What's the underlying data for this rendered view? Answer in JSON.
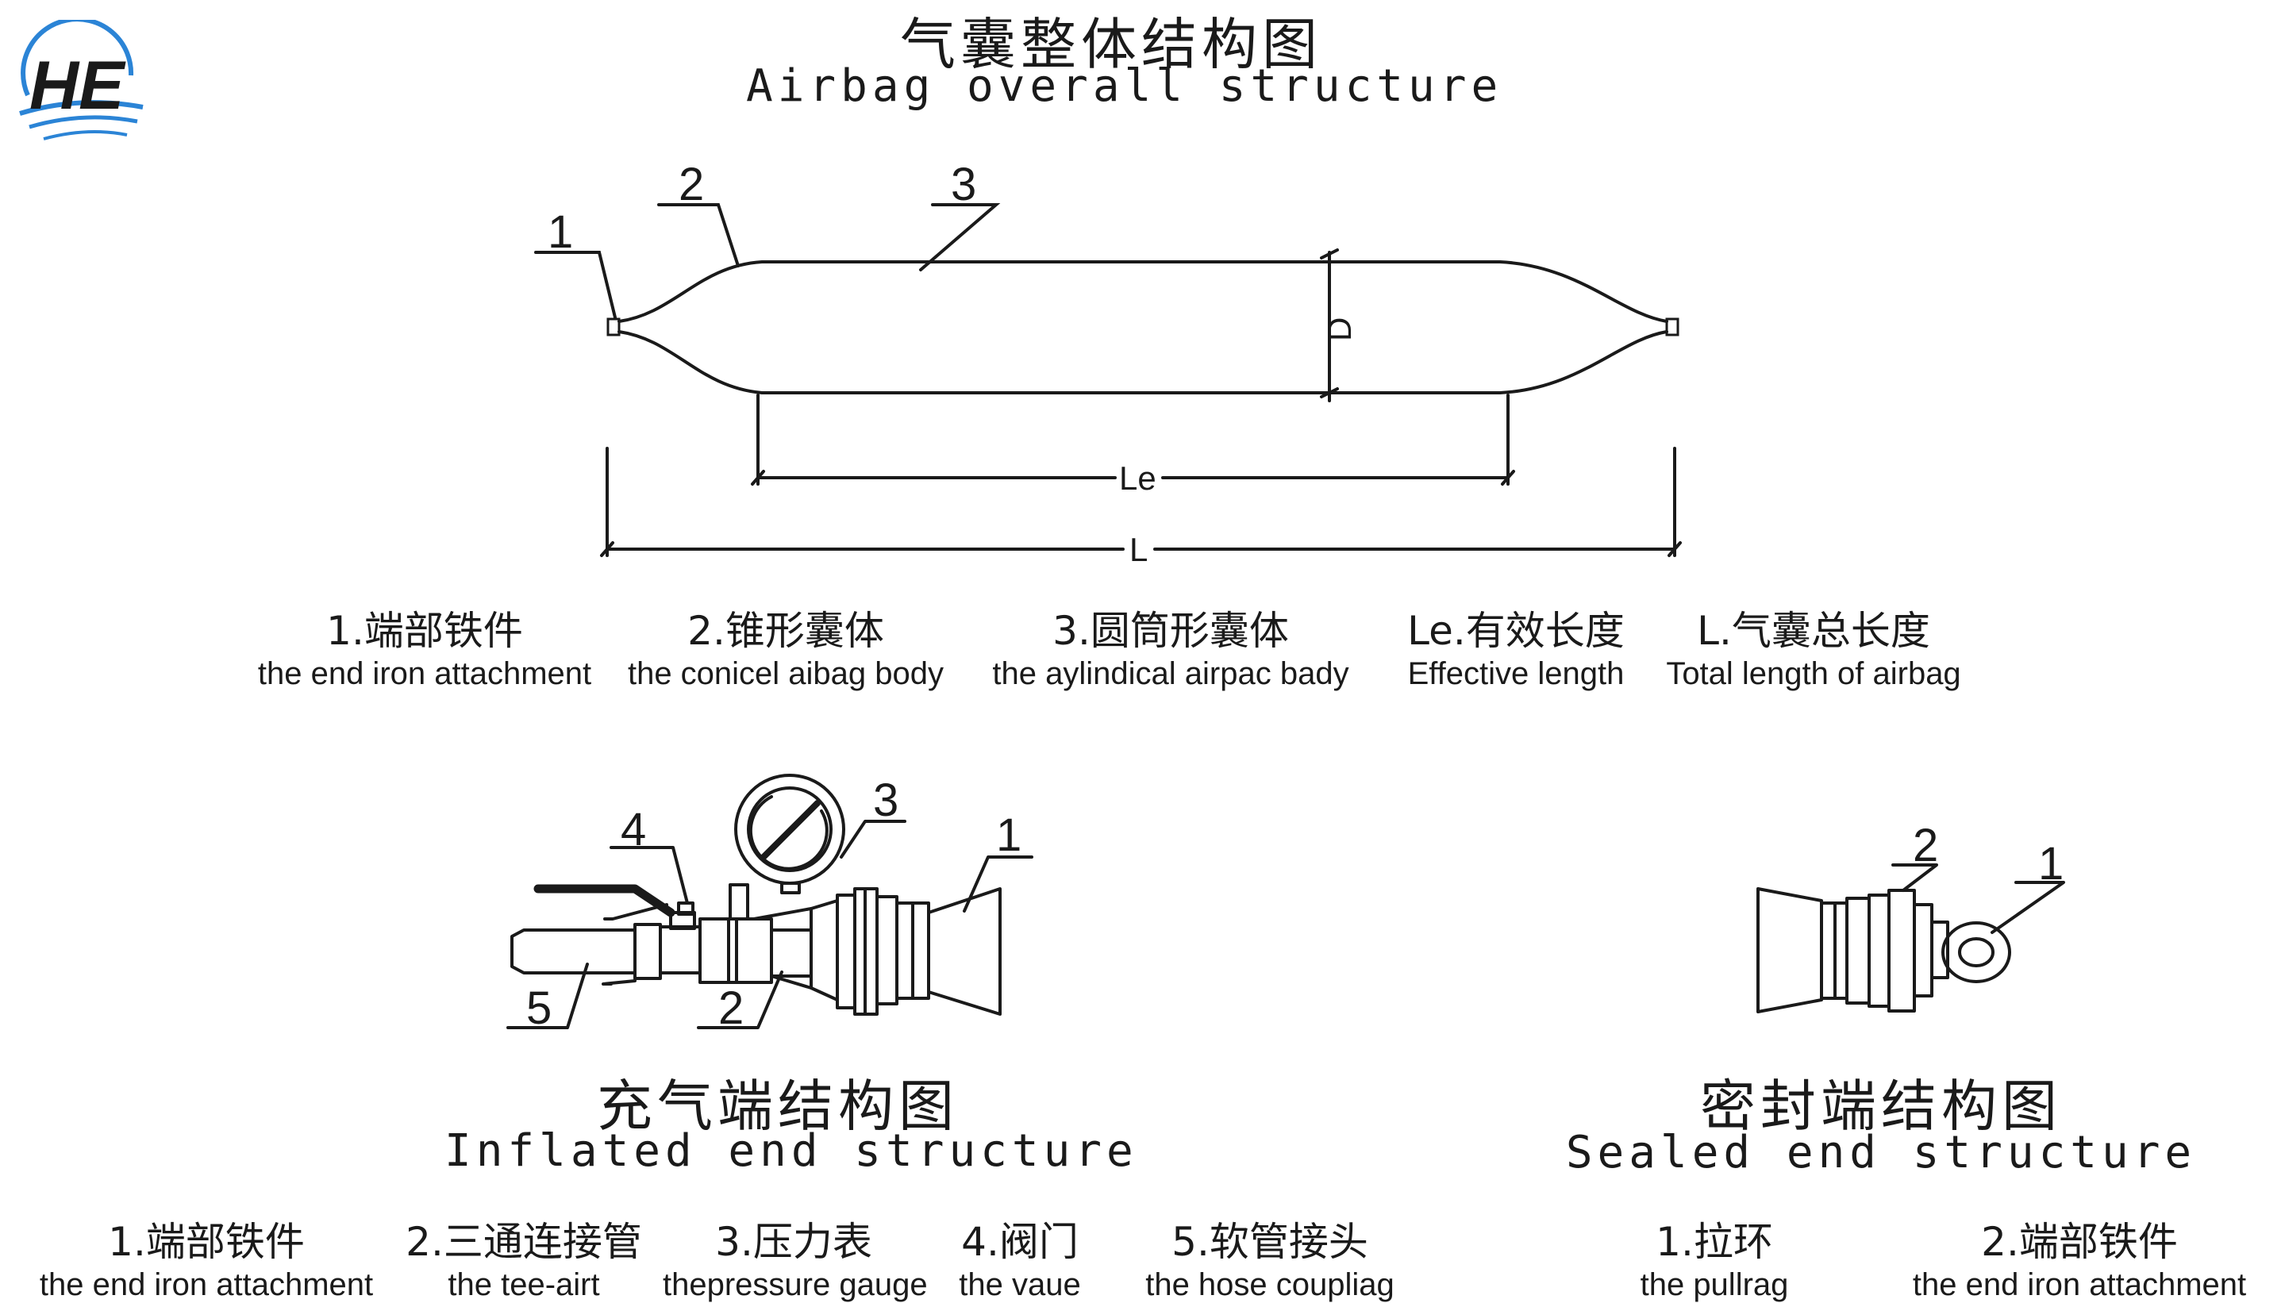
{
  "logo": {
    "text": "HE",
    "color": "#2b84d6"
  },
  "overall": {
    "title_cn": "气囊整体结构图",
    "title_en": "Airbag overall structure",
    "callouts": [
      "1",
      "2",
      "3"
    ],
    "dim_D": "D",
    "dim_Le": "Le",
    "dim_L": "L",
    "legend": [
      {
        "cn": "1.端部铁件",
        "en": "the end iron attachment"
      },
      {
        "cn": "2.锥形囊体",
        "en": "the conicel aibag body"
      },
      {
        "cn": "3.圆筒形囊体",
        "en": "the aylindical airpac bady"
      },
      {
        "cn": "Le.有效长度",
        "en": "Effective length"
      },
      {
        "cn": "L.气囊总长度",
        "en": "Total length of airbag"
      }
    ]
  },
  "inflated": {
    "title_cn": "充气端结构图",
    "title_en": "Inflated end structure",
    "callouts": [
      "1",
      "2",
      "3",
      "4",
      "5"
    ],
    "legend": [
      {
        "cn": "1.端部铁件",
        "en": "the end iron attachment"
      },
      {
        "cn": "2.三通连接管",
        "en": "the tee-airt"
      },
      {
        "cn": "3.压力表",
        "en": "thepressure gauge"
      },
      {
        "cn": "4.阀门",
        "en": "the vaue"
      },
      {
        "cn": "5.软管接头",
        "en": "the hose coupliag"
      }
    ]
  },
  "sealed": {
    "title_cn": "密封端结构图",
    "title_en": "Sealed end structure",
    "callouts": [
      "1",
      "2"
    ],
    "legend": [
      {
        "cn": "1.拉环",
        "en": "the pullrag"
      },
      {
        "cn": "2.端部铁件",
        "en": "the end iron attachment"
      }
    ]
  }
}
